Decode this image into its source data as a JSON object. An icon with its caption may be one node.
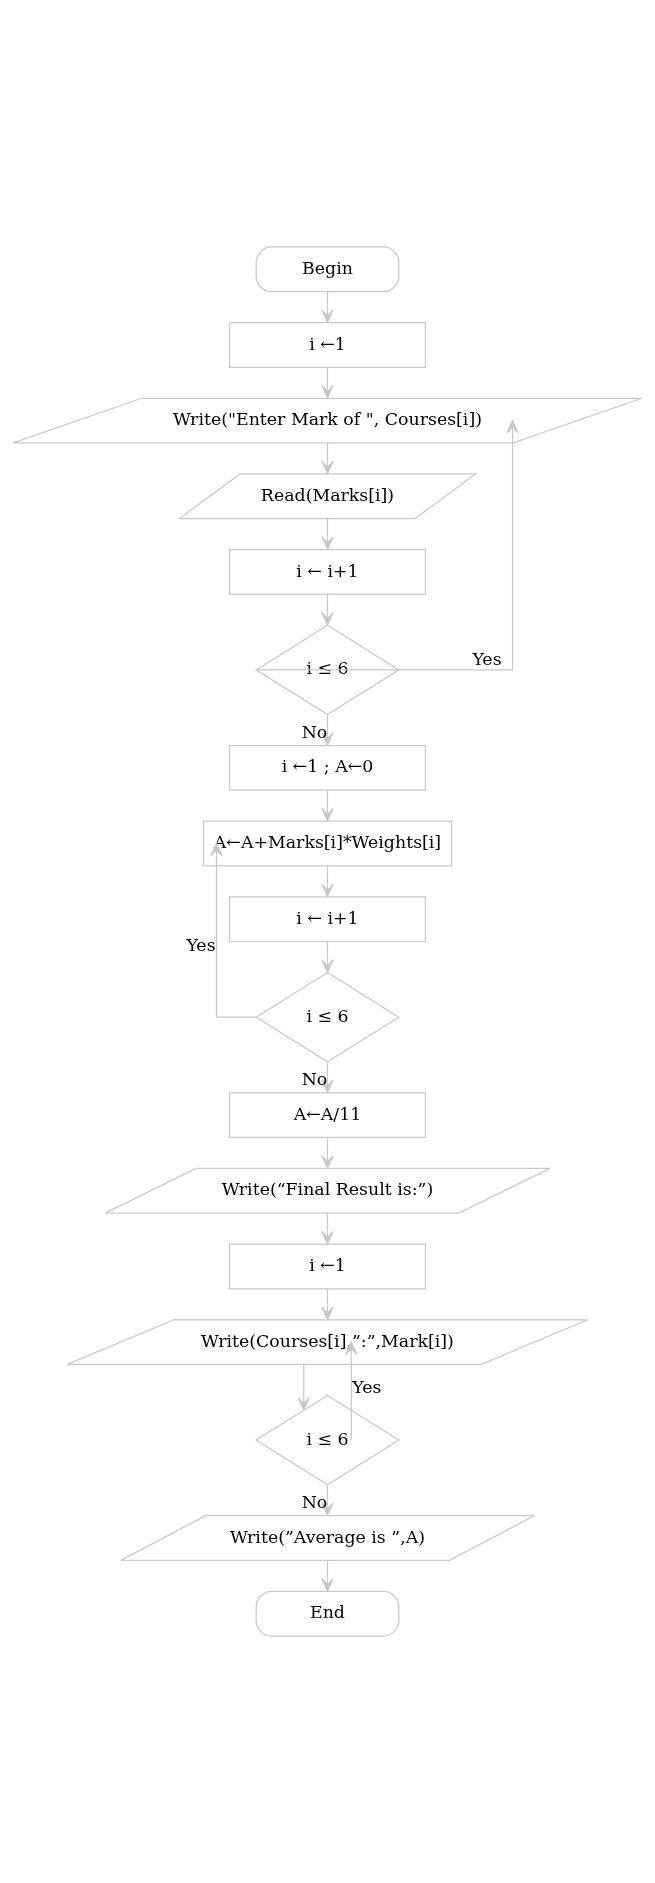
{
  "diagram": {
    "nodes": [
      {
        "text": [
          "Begin"
        ]
      },
      {
        "text": [
          "i ←1"
        ]
      },
      {
        "text": [
          "Write(\"Enter Mark of \", Courses[i])"
        ]
      },
      {
        "text": [
          "Read(Marks[i])"
        ]
      },
      {
        "text": [
          "i ← i+1"
        ]
      },
      {
        "text": [
          "i ≤ 6"
        ]
      },
      {
        "text": [
          "i ←1 ; A←0"
        ]
      },
      {
        "text": [
          "A←A+Marks[i]*Weights[i]"
        ]
      },
      {
        "text": [
          "i ← i+1"
        ]
      },
      {
        "text": [
          "i ≤ 6"
        ]
      },
      {
        "text": [
          "A←A/11"
        ]
      },
      {
        "text": [
          "Write(“Final Result is:”)"
        ]
      },
      {
        "text": [
          "i ←1"
        ]
      },
      {
        "text": [
          "Write(Courses[i],”:”,Mark[i])"
        ]
      },
      {
        "text": [
          "i ≤ 6"
        ]
      },
      {
        "text": [
          "Write(”Average is ”,A)"
        ]
      },
      {
        "text": [
          "End"
        ]
      }
    ],
    "edges": [
      {
        "from": 0,
        "to": 1,
        "arrow": "to"
      },
      {
        "from": 1,
        "to": 2,
        "arrow": "to"
      },
      {
        "from": 2,
        "to": 3,
        "arrow": "to"
      },
      {
        "from": 3,
        "to": 4,
        "arrow": "to"
      },
      {
        "from": 4,
        "to": 5,
        "arrow": "to"
      },
      {
        "from": 5,
        "to": 2,
        "arrow": "to",
        "label": "Yes"
      },
      {
        "from": 5,
        "to": 6,
        "arrow": "to",
        "label": "No"
      },
      {
        "from": 6,
        "to": 7,
        "arrow": "to"
      },
      {
        "from": 7,
        "to": 8,
        "arrow": "to"
      },
      {
        "from": 8,
        "to": 9,
        "arrow": "to"
      },
      {
        "from": 9,
        "to": 7,
        "arrow": "to",
        "label": "Yes"
      },
      {
        "from": 9,
        "to": 10,
        "arrow": "to",
        "label": "No"
      },
      {
        "from": 10,
        "to": 11,
        "arrow": "to"
      },
      {
        "from": 11,
        "to": 12,
        "arrow": "to"
      },
      {
        "from": 12,
        "to": 13,
        "arrow": "to"
      },
      {
        "from": 13,
        "to": 14,
        "arrow": "to"
      },
      {
        "from": 14,
        "to": 13,
        "arrow": "to",
        "label": "Yes"
      },
      {
        "from": 14,
        "to": 15,
        "arrow": "to",
        "label": "No"
      },
      {
        "from": 15,
        "to": 16,
        "arrow": "to"
      }
    ]
  }
}
